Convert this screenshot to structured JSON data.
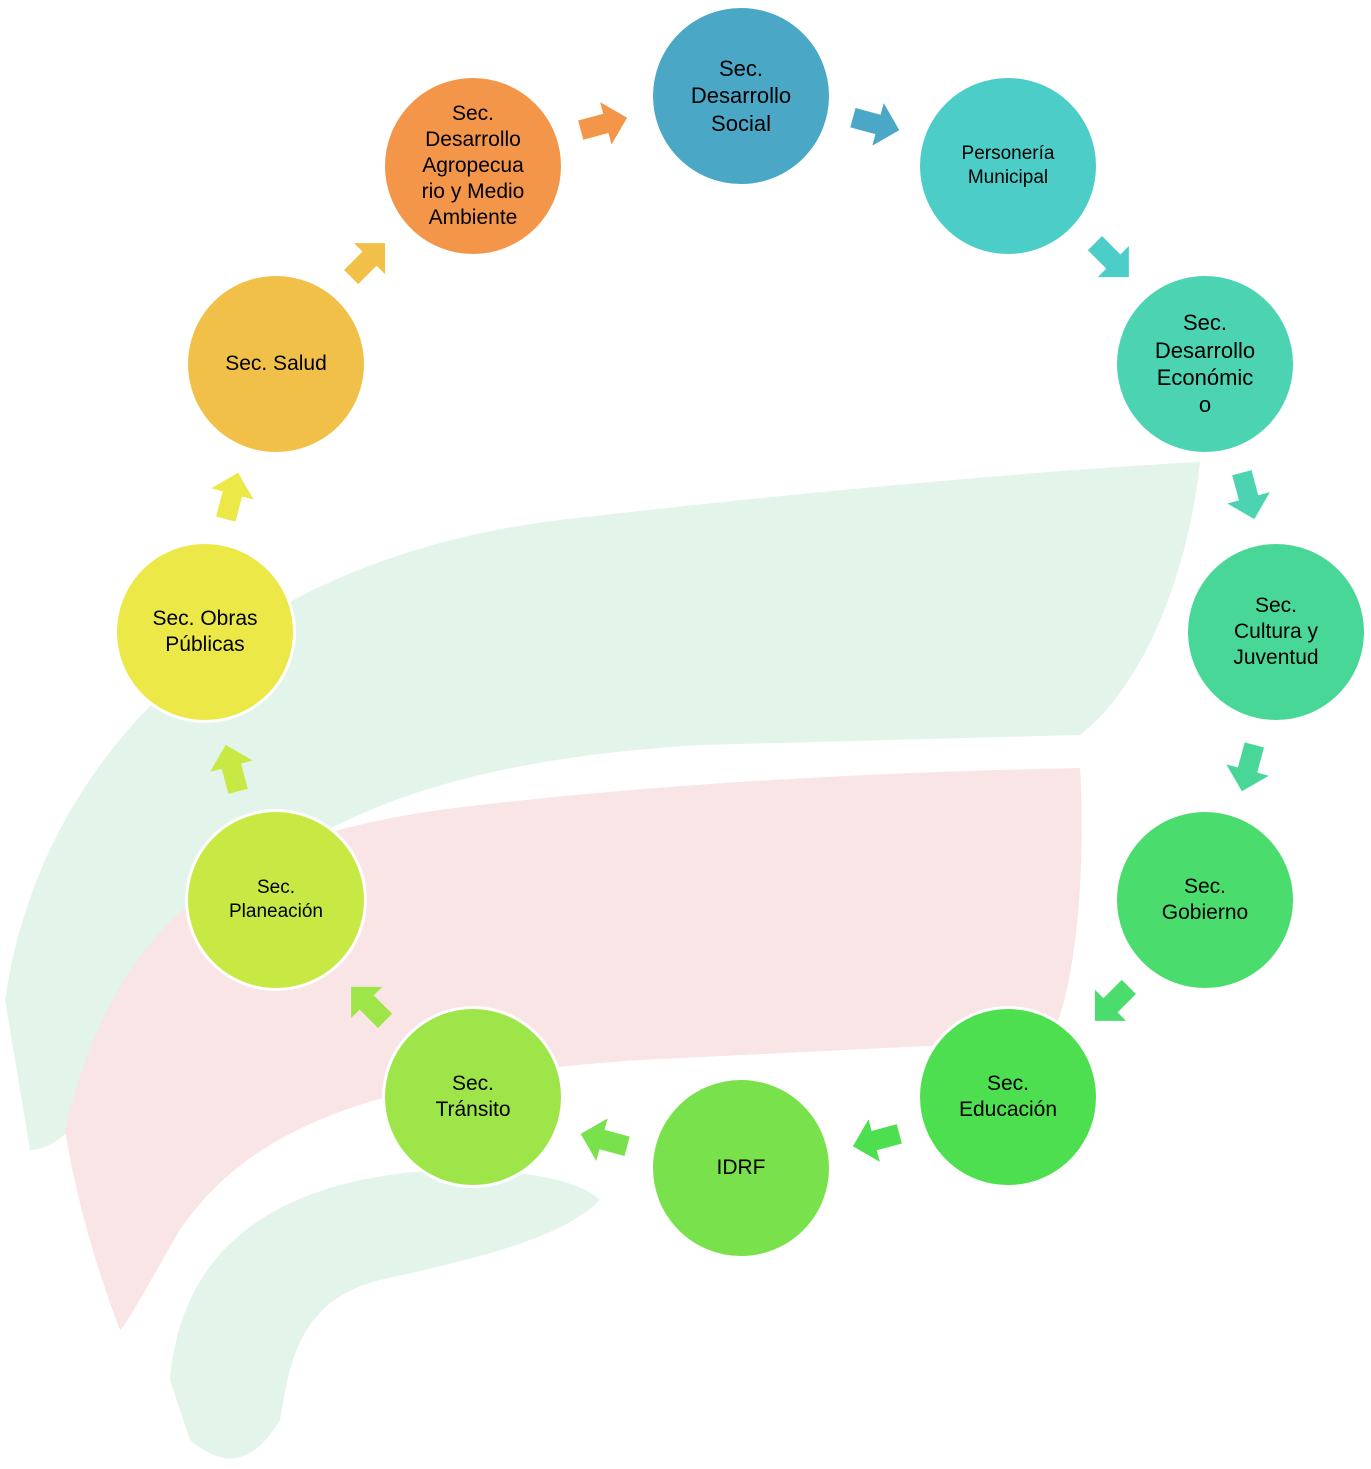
{
  "diagram": {
    "type": "cycle",
    "nodes": [
      {
        "id": "n1",
        "label": "Sec.\nDesarrollo\nSocial",
        "color": "#4aa7c6"
      },
      {
        "id": "n2",
        "label": "Personería\nMunicipal",
        "color": "#4ccdc8"
      },
      {
        "id": "n3",
        "label": "Sec.\nDesarrollo\nEconómic\no",
        "color": "#4bd3b2"
      },
      {
        "id": "n4",
        "label": "Sec.\nCultura y\nJuventud",
        "color": "#49d797"
      },
      {
        "id": "n5",
        "label": "Sec.\nGobierno",
        "color": "#4bdc6e"
      },
      {
        "id": "n6",
        "label": "Sec.\nEducación",
        "color": "#4ddf4f"
      },
      {
        "id": "n7",
        "label": "IDRF",
        "color": "#78e14c"
      },
      {
        "id": "n8",
        "label": "Sec.\nTránsito",
        "color": "#9ee54a"
      },
      {
        "id": "n9",
        "label": "Sec.\nPlaneación",
        "color": "#c8e944"
      },
      {
        "id": "n10",
        "label": "Sec. Obras\nPúblicas",
        "color": "#ebe848"
      },
      {
        "id": "n11",
        "label": "Sec. Salud",
        "color": "#f0c048"
      },
      {
        "id": "n12",
        "label": "Sec.\nDesarrollo\nAgropecua\nrio y Medio\nAmbiente",
        "color": "#f4964a"
      }
    ]
  },
  "watermark": {
    "green": "#e3f4ea",
    "red": "#f9e4e6"
  }
}
